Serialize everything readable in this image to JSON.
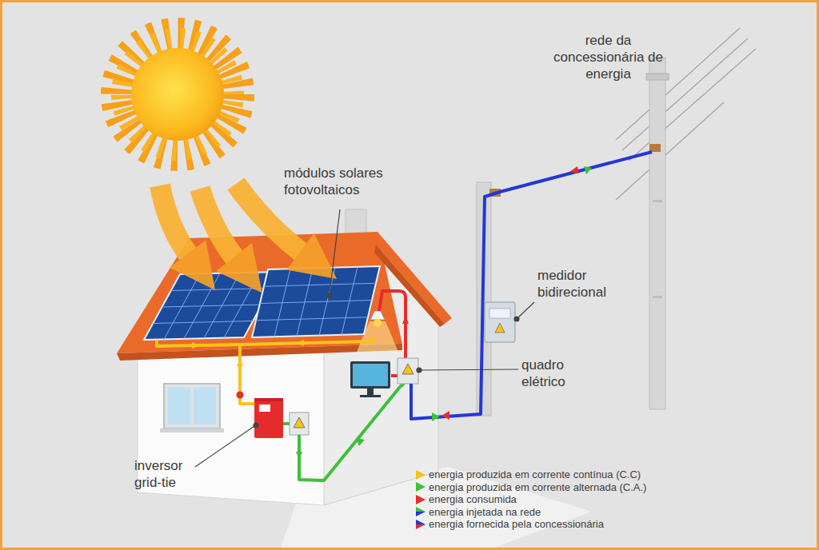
{
  "diagram": {
    "labels": [
      "rede da concessionária de energia",
      "módulos solares fotovoltaicos",
      "medidor bidirecional",
      "quadro elétrico",
      "inversor grid-tie"
    ],
    "legend": [
      {
        "text": "energia produzida em corrente contínua (C.C)",
        "color": "#f6c31b"
      },
      {
        "text": "energia produzida em corrente alternada (C.A.)",
        "color": "#3fbf3a"
      },
      {
        "text": "energia consumida",
        "color": "#e52c2c"
      },
      {
        "text": "energia injetada na rede"
      },
      {
        "text": "energia fornecida pela concessionária"
      }
    ]
  }
}
